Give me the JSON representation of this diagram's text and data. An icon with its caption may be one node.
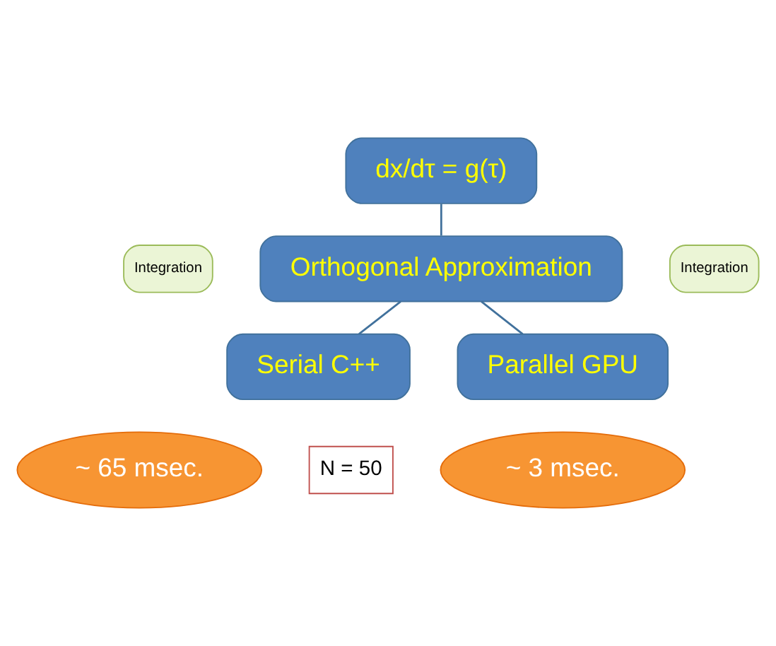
{
  "diagram": {
    "nodes": [
      {
        "text": [
          "dx/dτ = g(τ)"
        ]
      },
      {
        "text": [
          "Orthogonal Approximation"
        ]
      },
      {
        "text": [
          "Integration"
        ]
      },
      {
        "text": [
          "Integration"
        ]
      },
      {
        "text": [
          "Serial C++"
        ]
      },
      {
        "text": [
          "Parallel GPU"
        ]
      },
      {
        "text": [
          "~ 65 msec."
        ]
      },
      {
        "text": [
          "N = 50"
        ]
      },
      {
        "text": [
          "~ 3 msec."
        ]
      }
    ],
    "edges": [
      {
        "from": 0,
        "to": 1,
        "arrow": "none"
      },
      {
        "from": 1,
        "to": 4,
        "arrow": "none"
      },
      {
        "from": 1,
        "to": 5,
        "arrow": "none"
      }
    ]
  }
}
